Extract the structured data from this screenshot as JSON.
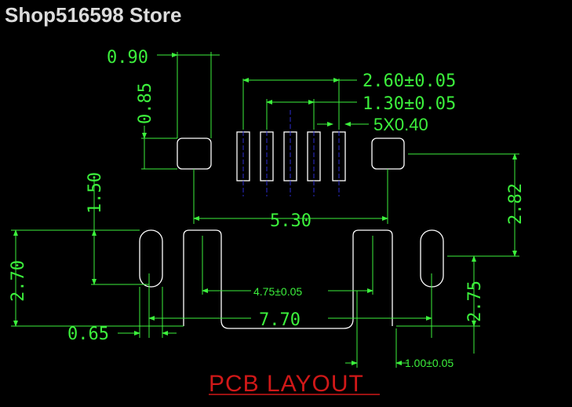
{
  "watermark": "Shop516598 Store",
  "title": "PCB LAYOUT",
  "dimensions": {
    "d090": "0.90",
    "d085": "0.85",
    "d260": "2.60±0.05",
    "d130": "1.30±0.05",
    "d5x040": "5X0.40",
    "d150": "1.50",
    "d530": "5.30",
    "d282": "2.82",
    "d270": "2.70",
    "d475": "4.75±0.05",
    "d065": "0.65",
    "d770": "7.70",
    "d275": "2.75",
    "d100": "1.00±0.05"
  },
  "colors": {
    "dimension": "#3cf03c",
    "outline": "#ffffff",
    "centerline": "#2b2bd0",
    "title": "#d01818"
  }
}
